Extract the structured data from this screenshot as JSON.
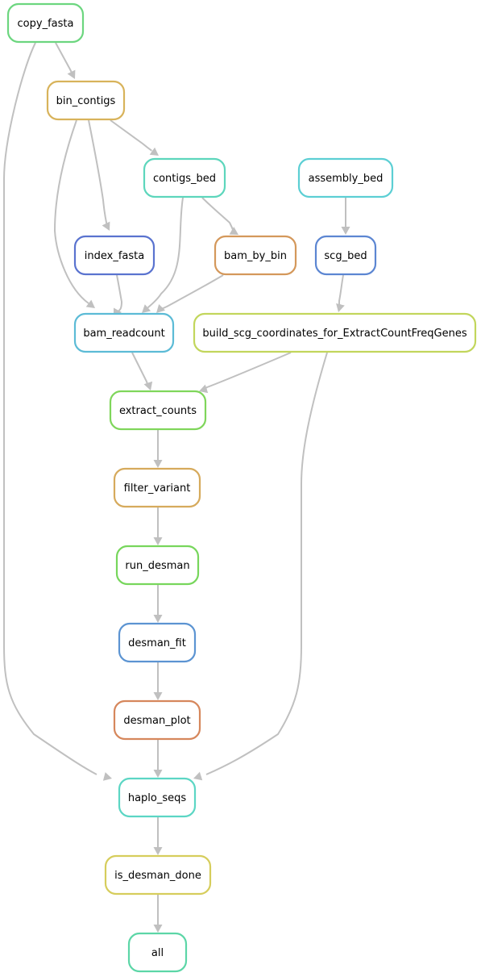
{
  "nodes": [
    {
      "id": "copy_fasta",
      "label": "copy_fasta",
      "color": "#6cd67f"
    },
    {
      "id": "bin_contigs",
      "label": "bin_contigs",
      "color": "#d8b35b"
    },
    {
      "id": "contigs_bed",
      "label": "contigs_bed",
      "color": "#5dd6bc"
    },
    {
      "id": "assembly_bed",
      "label": "assembly_bed",
      "color": "#5ccfd4"
    },
    {
      "id": "index_fasta",
      "label": "index_fasta",
      "color": "#5a73cf"
    },
    {
      "id": "bam_by_bin",
      "label": "bam_by_bin",
      "color": "#d4985b"
    },
    {
      "id": "scg_bed",
      "label": "scg_bed",
      "color": "#5c86d2"
    },
    {
      "id": "bam_readcount",
      "label": "bam_readcount",
      "color": "#5cbbd6"
    },
    {
      "id": "build_scg",
      "label": "build_scg_coordinates_for_ExtractCountFreqGenes",
      "color": "#c2d65c"
    },
    {
      "id": "extract_counts",
      "label": "extract_counts",
      "color": "#7fd65b"
    },
    {
      "id": "filter_variant",
      "label": "filter_variant",
      "color": "#d6aa5c"
    },
    {
      "id": "run_desman",
      "label": "run_desman",
      "color": "#77d65c"
    },
    {
      "id": "desman_fit",
      "label": "desman_fit",
      "color": "#5c94d2"
    },
    {
      "id": "desman_plot",
      "label": "desman_plot",
      "color": "#d6875c"
    },
    {
      "id": "haplo_seqs",
      "label": "haplo_seqs",
      "color": "#5cd6c4"
    },
    {
      "id": "is_desman_done",
      "label": "is_desman_done",
      "color": "#d6cd5c"
    },
    {
      "id": "all",
      "label": "all",
      "color": "#5cd6a7"
    }
  ],
  "edges": [
    {
      "from": "copy_fasta",
      "to": "bin_contigs"
    },
    {
      "from": "copy_fasta",
      "to": "haplo_seqs"
    },
    {
      "from": "bin_contigs",
      "to": "contigs_bed"
    },
    {
      "from": "bin_contigs",
      "to": "index_fasta"
    },
    {
      "from": "bin_contigs",
      "to": "bam_readcount"
    },
    {
      "from": "contigs_bed",
      "to": "bam_by_bin"
    },
    {
      "from": "contigs_bed",
      "to": "bam_readcount"
    },
    {
      "from": "index_fasta",
      "to": "bam_readcount"
    },
    {
      "from": "bam_by_bin",
      "to": "bam_readcount"
    },
    {
      "from": "assembly_bed",
      "to": "scg_bed"
    },
    {
      "from": "scg_bed",
      "to": "build_scg"
    },
    {
      "from": "bam_readcount",
      "to": "extract_counts"
    },
    {
      "from": "build_scg",
      "to": "extract_counts"
    },
    {
      "from": "build_scg",
      "to": "haplo_seqs"
    },
    {
      "from": "extract_counts",
      "to": "filter_variant"
    },
    {
      "from": "filter_variant",
      "to": "run_desman"
    },
    {
      "from": "run_desman",
      "to": "desman_fit"
    },
    {
      "from": "desman_fit",
      "to": "desman_plot"
    },
    {
      "from": "desman_plot",
      "to": "haplo_seqs"
    },
    {
      "from": "haplo_seqs",
      "to": "is_desman_done"
    },
    {
      "from": "is_desman_done",
      "to": "all"
    }
  ]
}
